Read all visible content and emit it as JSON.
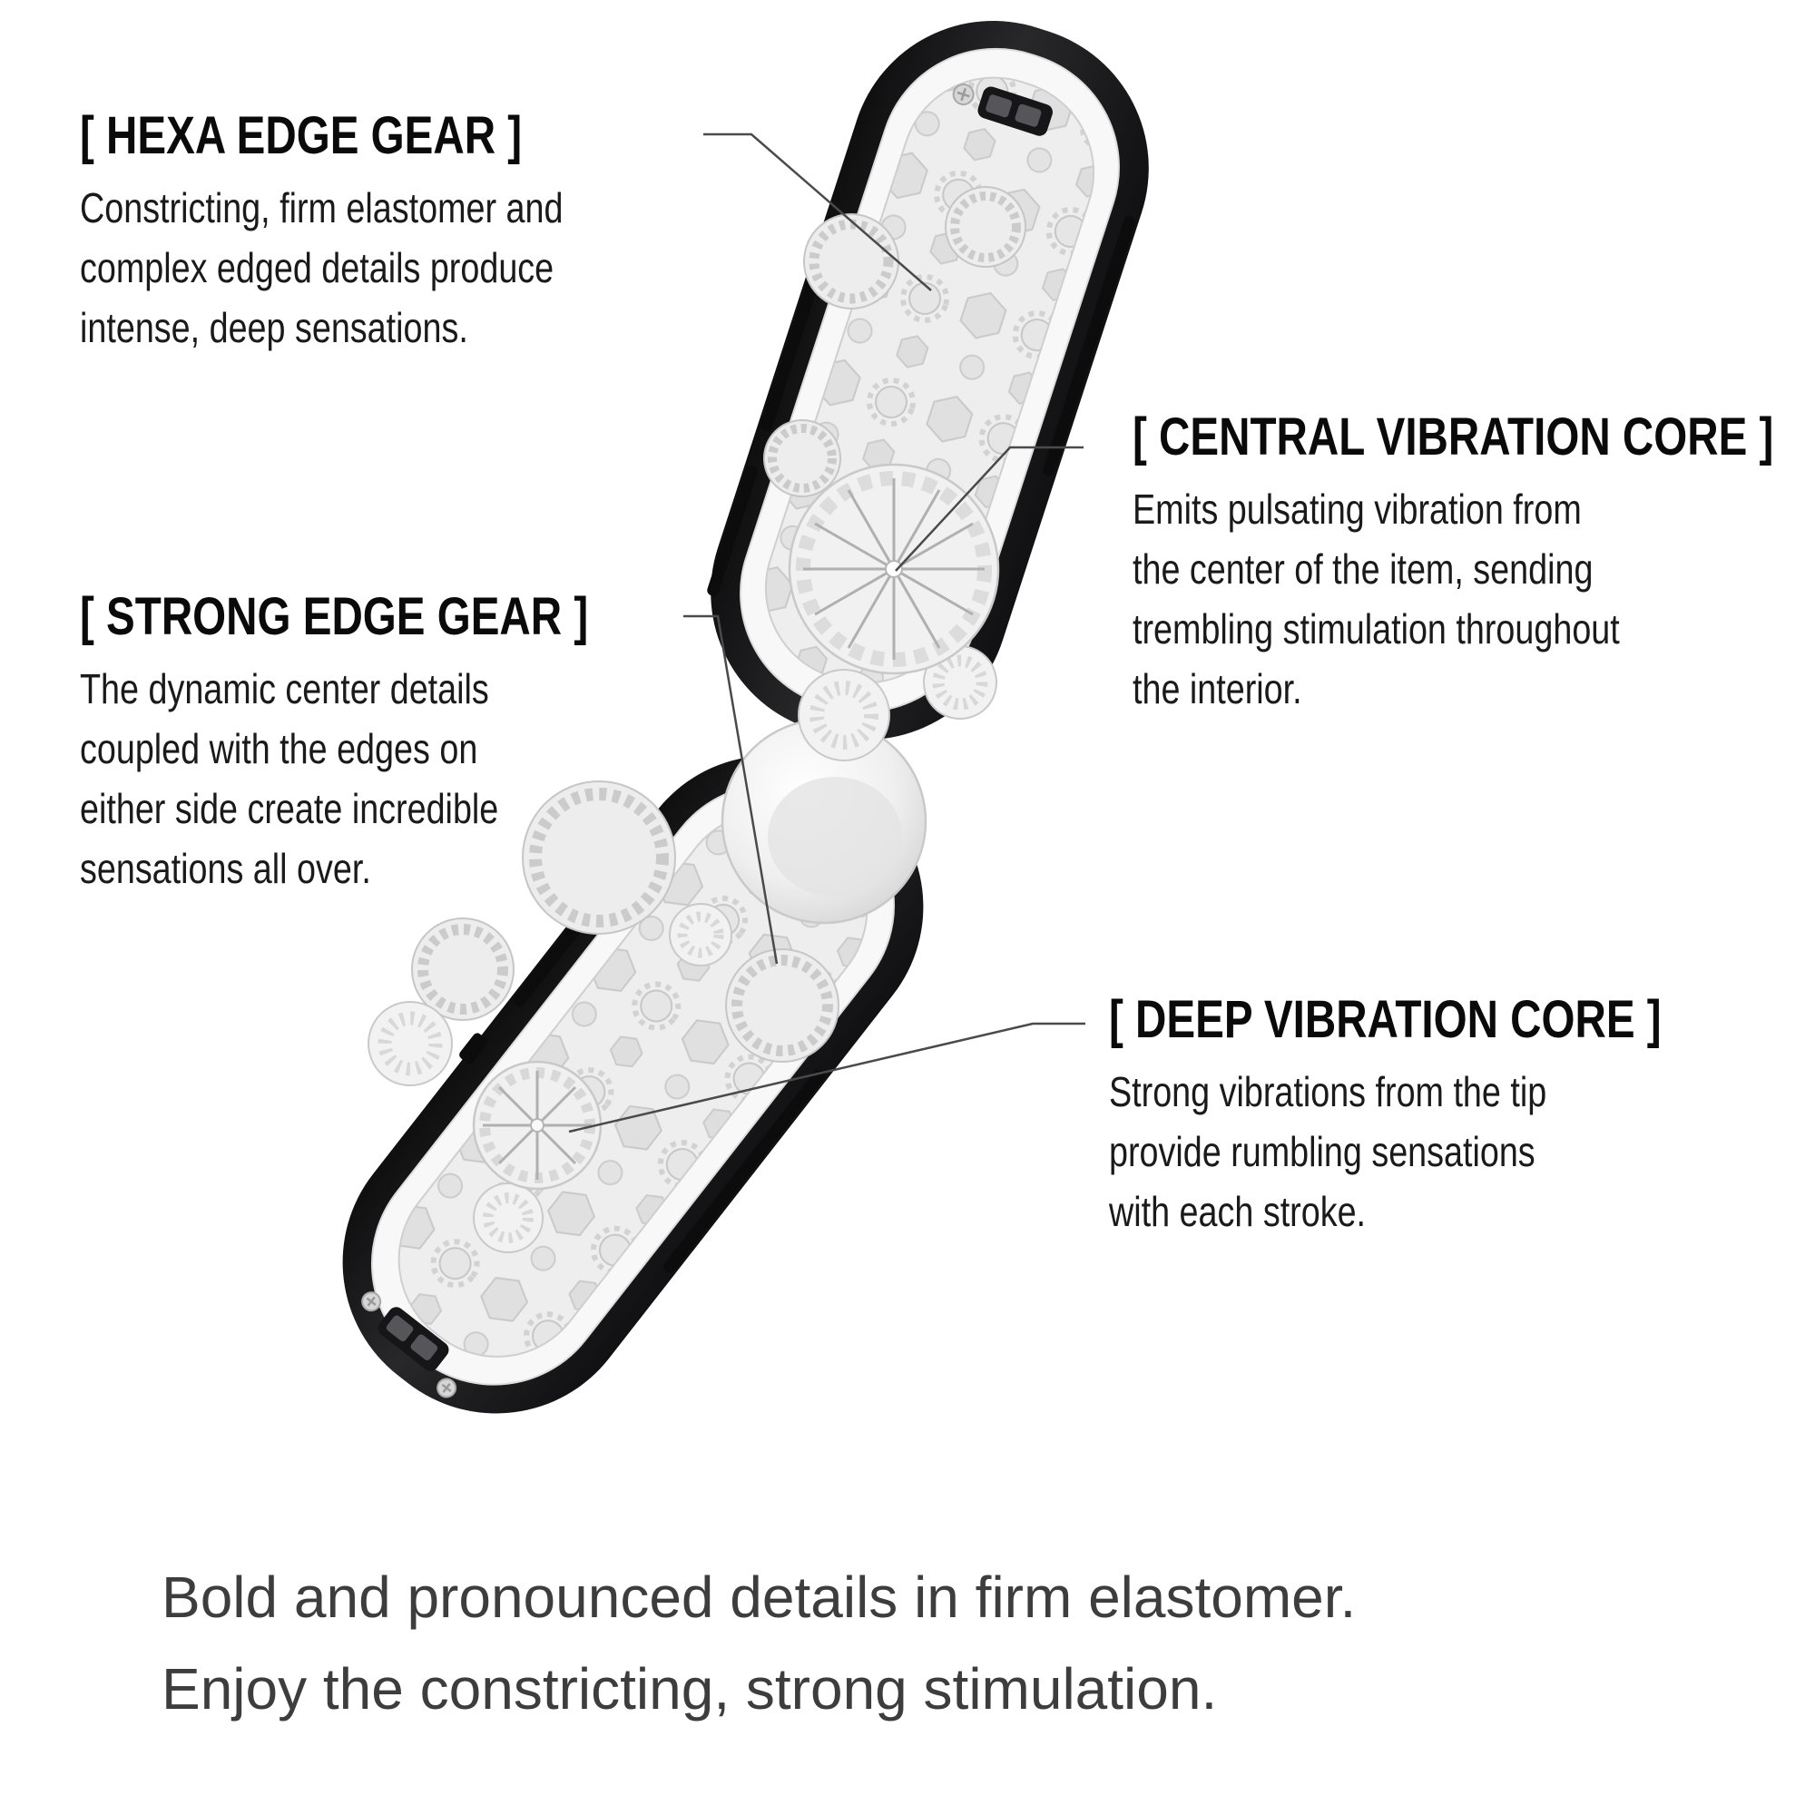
{
  "page": {
    "background": "#ffffff"
  },
  "colors": {
    "case_black": "#1c1c1e",
    "interior_gray": "#eeeeee",
    "heading_text": "#0a0a0a",
    "body_text": "#1a1a1a",
    "tagline_text": "#3d3d3d",
    "leader_line": "#4a4a4a"
  },
  "callouts": [
    {
      "id": "hexa-edge-gear",
      "title": "[ HEXA EDGE GEAR ]",
      "lines": [
        "Constricting, firm elastomer and",
        "complex edged details produce",
        "intense, deep sensations."
      ]
    },
    {
      "id": "strong-edge-gear",
      "title": "[ STRONG EDGE GEAR ]",
      "lines": [
        "The dynamic center details",
        "coupled with the edges on",
        "either side create incredible",
        "sensations all over."
      ]
    },
    {
      "id": "central-vibration-core",
      "title": "[ CENTRAL VIBRATION CORE ]",
      "lines": [
        "Emits pulsating vibration from",
        "the center of the item, sending",
        "trembling stimulation throughout",
        "the interior."
      ]
    },
    {
      "id": "deep-vibration-core",
      "title": "[ DEEP VIBRATION CORE ]",
      "lines": [
        "Strong vibrations from the tip",
        "provide rumbling sensations",
        "with each stroke."
      ]
    }
  ],
  "tagline": {
    "lines": [
      "Bold and pronounced details in firm elastomer.",
      "Enjoy the constricting, strong stimulation."
    ]
  }
}
